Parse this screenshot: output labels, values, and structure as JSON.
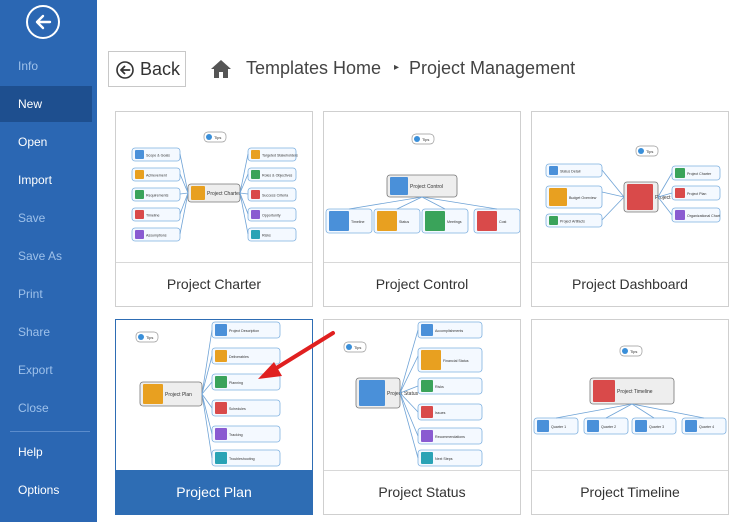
{
  "sidebar": {
    "items": [
      {
        "label": "Info"
      },
      {
        "label": "New"
      },
      {
        "label": "Open"
      },
      {
        "label": "Import"
      },
      {
        "label": "Save"
      },
      {
        "label": "Save As"
      },
      {
        "label": "Print"
      },
      {
        "label": "Share"
      },
      {
        "label": "Export"
      },
      {
        "label": "Close"
      },
      {
        "label": "Help"
      },
      {
        "label": "Options"
      }
    ]
  },
  "header": {
    "back_label": "Back",
    "breadcrumb_home": "Templates Home",
    "breadcrumb_separator": "▸",
    "breadcrumb_current": "Project Management"
  },
  "templates": [
    {
      "name": "Project Charter",
      "center": "Project Charter",
      "tip": "Tips",
      "left": [
        "Scope & Goals",
        "Achievement",
        "Requirements",
        "Timeline",
        "Assumptions"
      ],
      "right": [
        "Targeted Stakeholders",
        "Roles & Objectives",
        "Success Criteria",
        "Opportunity",
        "Risks"
      ]
    },
    {
      "name": "Project Control",
      "center": "Project Control",
      "tip": "Tips",
      "children": [
        "Timeline",
        "Status",
        "Meetings",
        "Cost"
      ]
    },
    {
      "name": "Project Dashboard",
      "center": "Project Dashboard",
      "tip": "Tips",
      "left": [
        "Status Detail",
        "Budget Overview",
        "Project Artifacts"
      ],
      "right": [
        "Project Charter",
        "Project Plan",
        "Organizational Chart"
      ]
    },
    {
      "name": "Project Plan",
      "center": "Project Plan",
      "tip": "Tips",
      "children": [
        "Project Description",
        "Deliverables",
        "Planning",
        "Schedules",
        "Tracking",
        "Troubleshooting"
      ]
    },
    {
      "name": "Project Status",
      "center": "Project Status",
      "tip": "Tips",
      "children": [
        "Accomplishments",
        "Financial Status",
        "Risks",
        "Issues",
        "Recommendations",
        "Next Steps"
      ]
    },
    {
      "name": "Project Timeline",
      "center": "Project Timeline",
      "tip": "Tips",
      "children": [
        "Quarter 1",
        "Quarter 2",
        "Quarter 3",
        "Quarter 4"
      ]
    }
  ],
  "selected_template": "Project Plan",
  "colors": {
    "sidebar_bg": "#2b67b3",
    "sidebar_active": "#1e4f8f",
    "accent": "#2e6db4",
    "annotation_arrow": "#e02020"
  }
}
